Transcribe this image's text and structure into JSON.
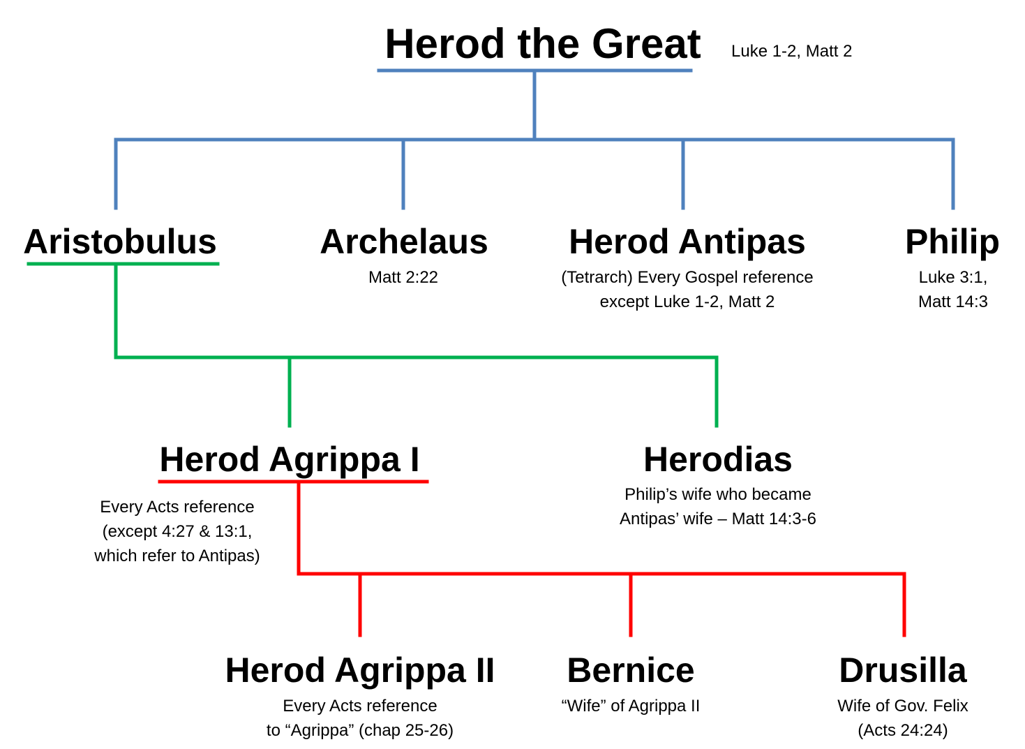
{
  "colors": {
    "blue_line": "#4f81bd",
    "green_line": "#00b050",
    "red_line": "#ff0000",
    "text": "#000000"
  },
  "root": {
    "name": "Herod the Great",
    "note": "Luke 1-2, Matt 2"
  },
  "generation1": [
    {
      "name": "Aristobulus",
      "note_lines": []
    },
    {
      "name": "Archelaus",
      "note_lines": [
        "Matt 2:22"
      ]
    },
    {
      "name": "Herod Antipas",
      "note_lines": [
        "(Tetrarch)  Every Gospel  reference",
        "except Luke 1-2, Matt 2"
      ]
    },
    {
      "name": "Philip",
      "note_lines": [
        "Luke 3:1,",
        "Matt 14:3"
      ]
    }
  ],
  "generation2": [
    {
      "name": "Herod Agrippa I",
      "note_lines": [
        "Every Acts reference",
        "(except  4:27 & 13:1,",
        "which refer to Antipas)"
      ]
    },
    {
      "name": "Herodias",
      "note_lines": [
        "Philip’s wife who became",
        "Antipas’ wife – Matt 14:3-6"
      ]
    }
  ],
  "generation3": [
    {
      "name": "Herod Agrippa II",
      "note_lines": [
        "Every Acts reference",
        "to “Agrippa” (chap 25-26)"
      ]
    },
    {
      "name": "Bernice",
      "note_lines": [
        "“Wife” of Agrippa II"
      ]
    },
    {
      "name": "Drusilla",
      "note_lines": [
        "Wife of Gov. Felix",
        "(Acts 24:24)"
      ]
    }
  ]
}
